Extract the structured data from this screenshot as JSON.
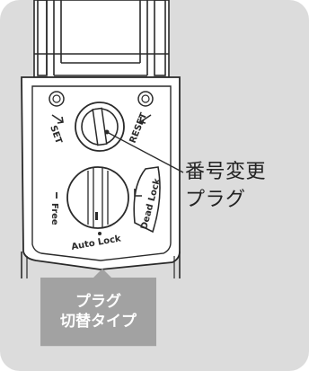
{
  "diagram": {
    "labels": {
      "set": "SET",
      "reset": "RESET",
      "free": "Free",
      "auto_lock": "Auto Lock",
      "dead_lock": "Dead Lock"
    },
    "callout": {
      "line1": "番号変更",
      "line2": "プラグ"
    },
    "badge": {
      "line1": "プラグ",
      "line2": "切替タイプ"
    }
  },
  "colors": {
    "background": "#dcdcdc",
    "lock_body": "#ffffff",
    "line": "#2a2a2a",
    "badge": "#a2a2a2",
    "badge_text": "#ffffff"
  }
}
